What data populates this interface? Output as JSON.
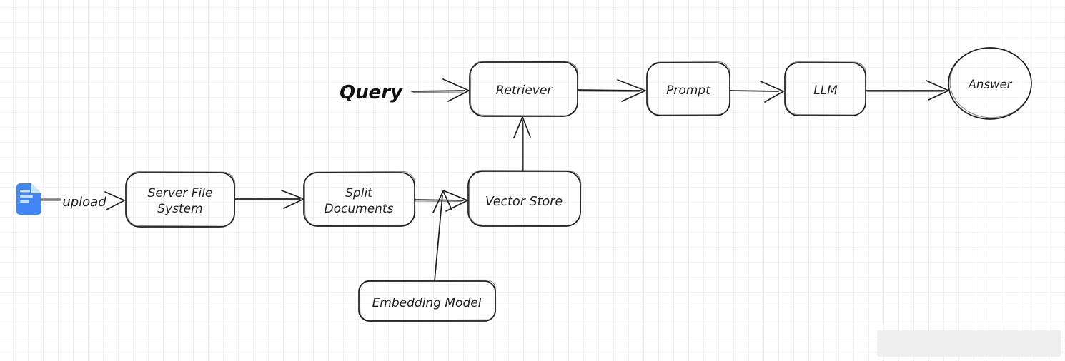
{
  "app": {
    "canvas_background": "#ffffff",
    "grid_color": "#ebebeb",
    "stroke_color": "#1e1e1e"
  },
  "diagram": {
    "type": "flowchart",
    "doc_icon": {
      "name": "document-file-icon",
      "body_color": "#4285f4",
      "fold_color": "#c9e8fa",
      "line_color": "#cfe3fc",
      "connector_color": "#7d7d7d"
    },
    "nodes": {
      "query": {
        "label": "Query",
        "shape": "text"
      },
      "server_file_system": {
        "line1": "Server File",
        "line2": "System",
        "shape": "rounded-rect"
      },
      "split_documents": {
        "line1": "Split",
        "line2": "Documents",
        "shape": "rounded-rect"
      },
      "vector_store": {
        "label": "Vector Store",
        "shape": "rounded-rect"
      },
      "embedding_model": {
        "label": "Embedding Model",
        "shape": "rounded-rect"
      },
      "retriever": {
        "label": "Retriever",
        "shape": "rounded-rect"
      },
      "prompt": {
        "label": "Prompt",
        "shape": "rounded-rect"
      },
      "llm": {
        "label": "LLM",
        "shape": "rounded-rect"
      },
      "answer": {
        "label": "Answer",
        "shape": "ellipse"
      }
    },
    "edges": [
      {
        "from": "document",
        "to": "server_file_system",
        "label": "upload"
      },
      {
        "from": "server_file_system",
        "to": "split_documents",
        "label": ""
      },
      {
        "from": "split_documents",
        "to": "vector_store",
        "label": ""
      },
      {
        "from": "embedding_model",
        "to": "split_documents-vector_store-edge",
        "label": ""
      },
      {
        "from": "vector_store",
        "to": "retriever",
        "label": ""
      },
      {
        "from": "query",
        "to": "retriever",
        "label": ""
      },
      {
        "from": "retriever",
        "to": "prompt",
        "label": ""
      },
      {
        "from": "prompt",
        "to": "llm",
        "label": ""
      },
      {
        "from": "llm",
        "to": "answer",
        "label": ""
      }
    ],
    "watermark": {
      "color": "#efefef"
    }
  }
}
